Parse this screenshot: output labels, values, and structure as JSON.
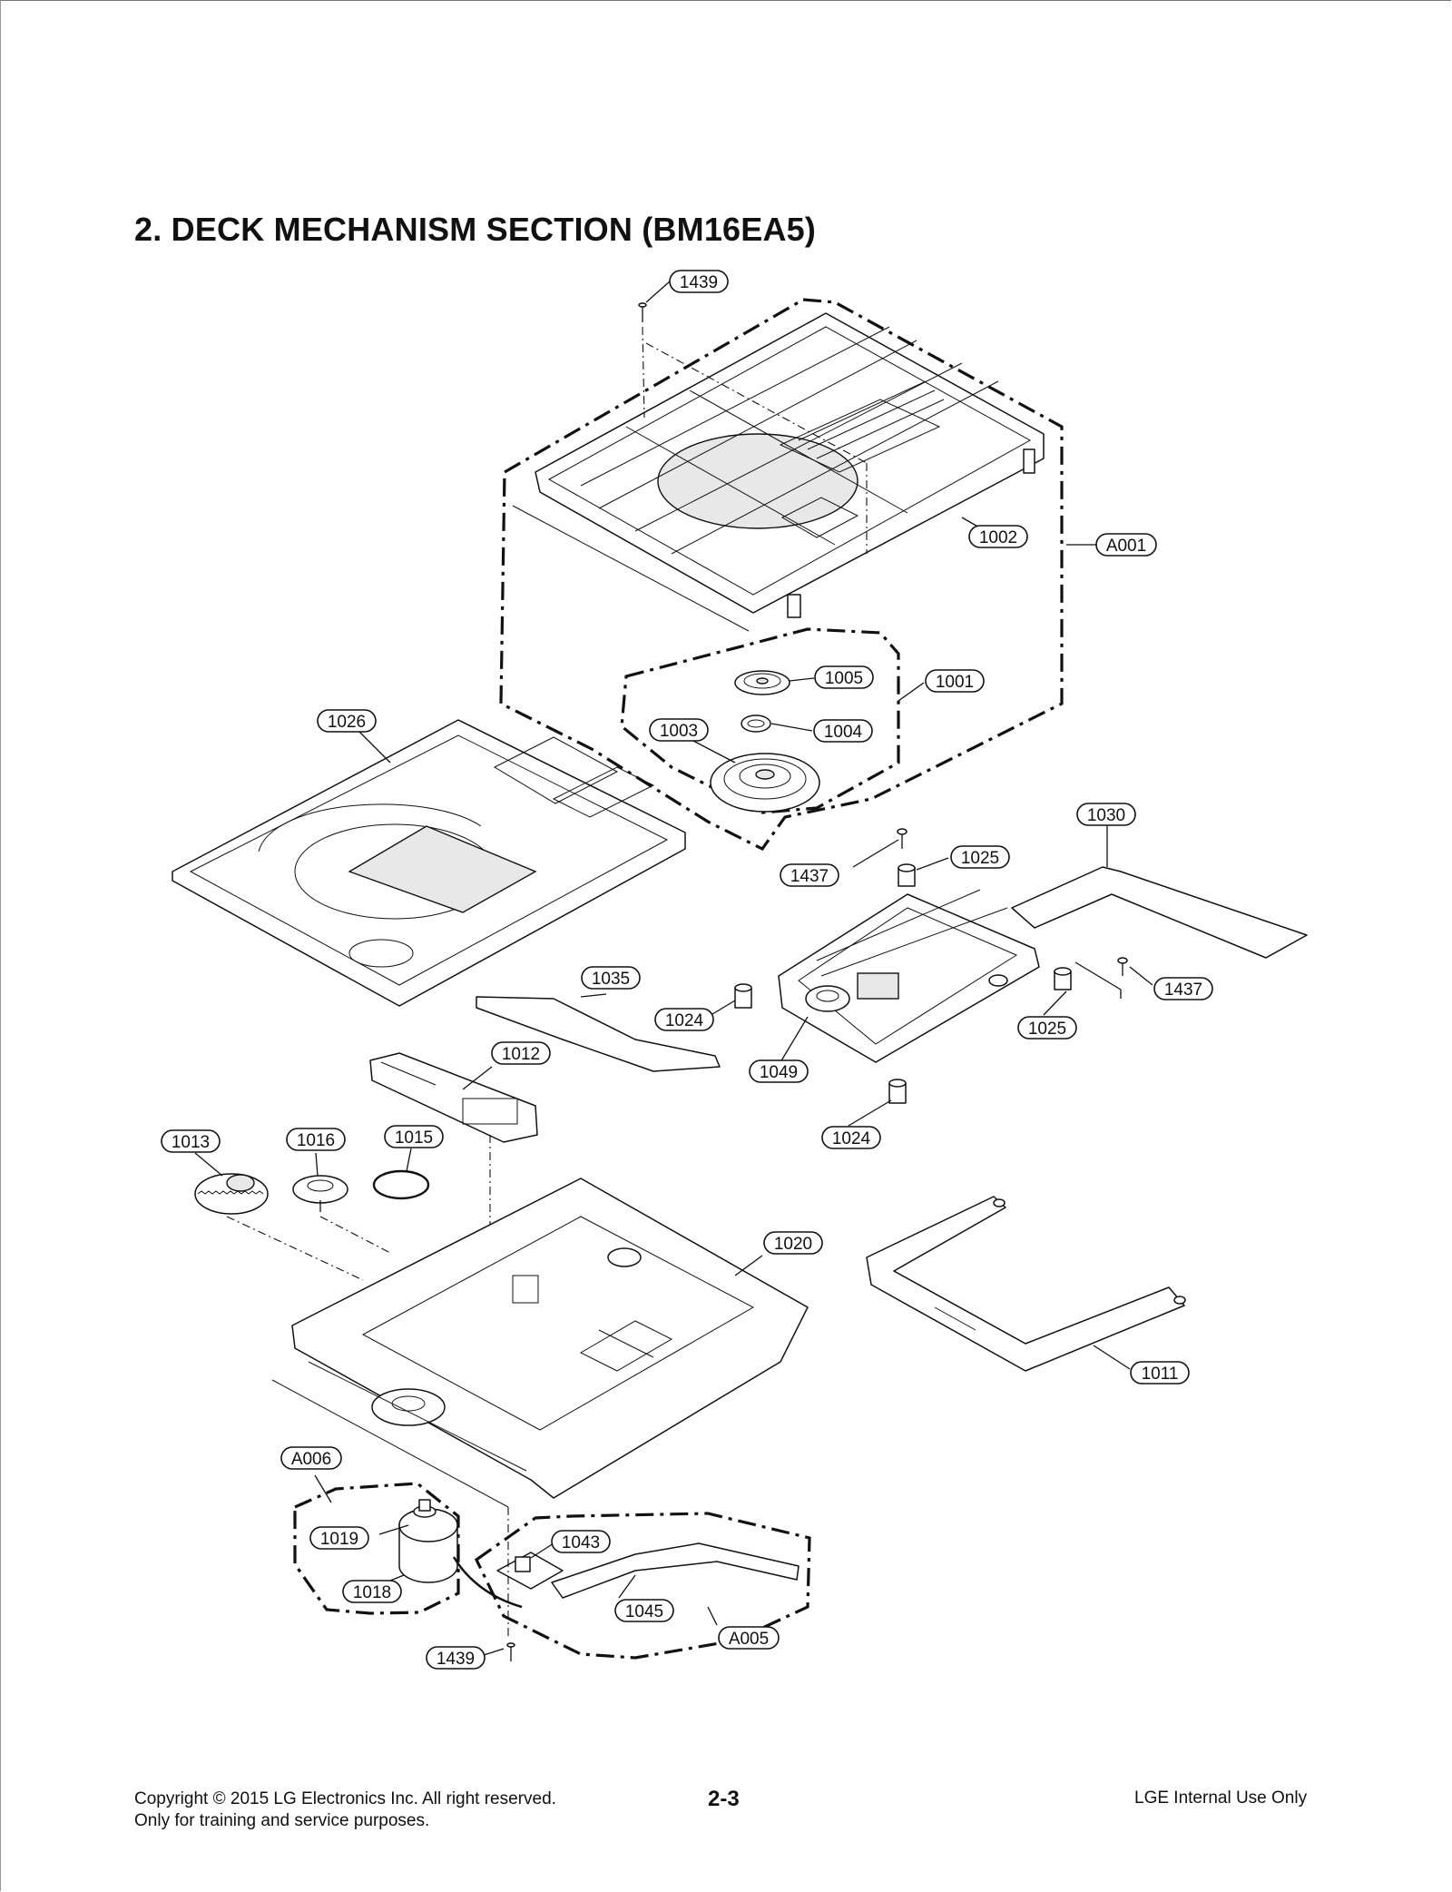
{
  "title": "2. DECK MECHANISM SECTION (BM16EA5)",
  "labels": {
    "1439a": "1439",
    "1002": "1002",
    "A001": "A001",
    "1005": "1005",
    "1001": "1001",
    "1003": "1003",
    "1004": "1004",
    "1026": "1026",
    "1030": "1030",
    "1025a": "1025",
    "1437a": "1437",
    "1437b": "1437",
    "1035": "1035",
    "1024a": "1024",
    "1025b": "1025",
    "1049": "1049",
    "1012": "1012",
    "1024b": "1024",
    "1013": "1013",
    "1016": "1016",
    "1015": "1015",
    "1020": "1020",
    "1011": "1011",
    "A006": "A006",
    "1019": "1019",
    "1043": "1043",
    "1018": "1018",
    "1045": "1045",
    "A005": "A005",
    "1439b": "1439"
  },
  "footer": {
    "copyright": "Copyright © 2015 LG Electronics Inc. All right reserved.",
    "purpose": "Only for training and service purposes.",
    "page_number": "2-3",
    "internal": "LGE Internal Use Only"
  }
}
